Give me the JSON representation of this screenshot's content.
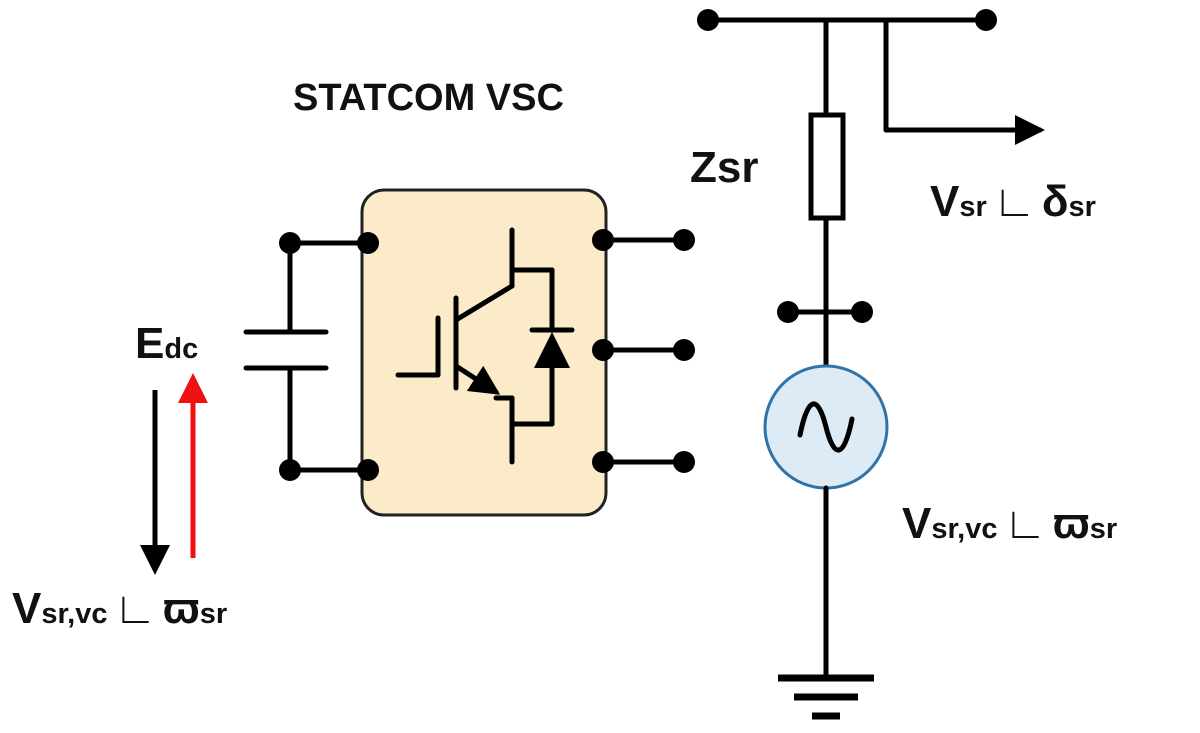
{
  "title": "STATCOM VSC",
  "impedance_label": "Zsr",
  "bus_voltage": {
    "main": "V",
    "sub": "sr",
    "angle_sym": "∟",
    "phase_main": "δ",
    "phase_sub": "sr"
  },
  "source_voltage": {
    "main": "V",
    "sub": "sr,vc",
    "angle_sym": "∟",
    "phase_main": "ϖ",
    "phase_sub": "sr"
  },
  "dc_label": {
    "main": "E",
    "sub": "dc"
  },
  "dc_voltage": {
    "main": "V",
    "sub": "sr,vc",
    "angle_sym": "∟",
    "phase_main": "ϖ",
    "phase_sub": "sr"
  },
  "source_symbol": "∿",
  "colors": {
    "converter_fill": "#fbebc8",
    "converter_stroke": "#222222",
    "source_fill": "#dcebf5",
    "source_stroke": "#2f73a8",
    "red_arrow": "#ee1111",
    "wire": "#000000"
  }
}
